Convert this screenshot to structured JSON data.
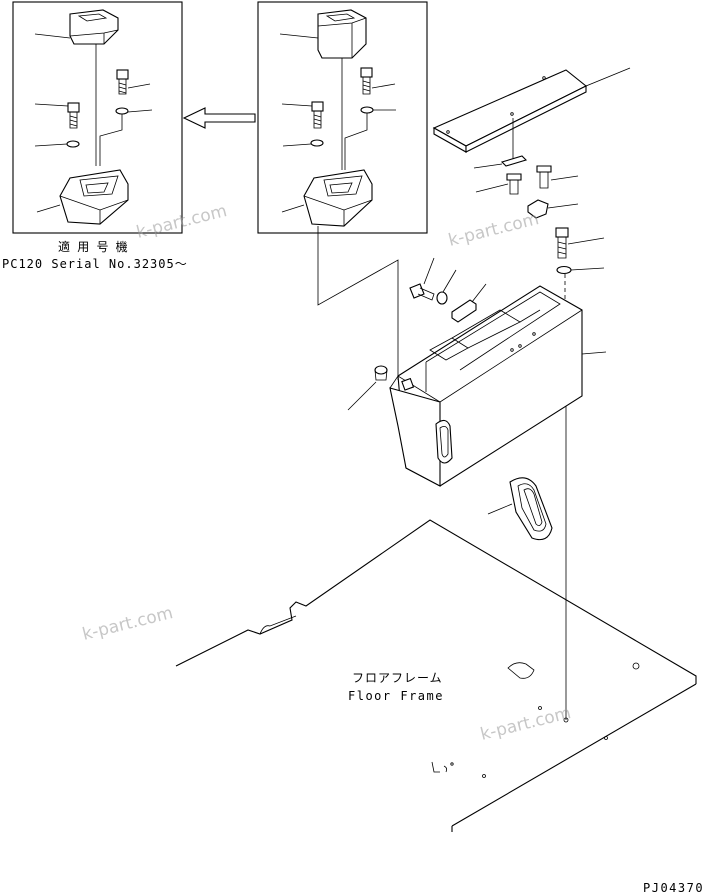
{
  "applicability": {
    "title": "適 用 号 機",
    "serial": "PC120  Serial No.32305〜"
  },
  "floor_frame": {
    "label_jp": "フロアフレーム",
    "label_en": "Floor Frame"
  },
  "drawing_number": "PJ04370",
  "watermark": "k-part.com"
}
